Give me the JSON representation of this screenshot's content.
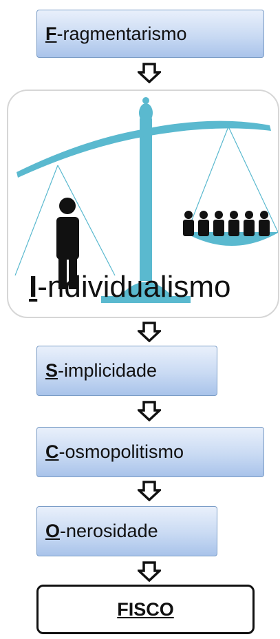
{
  "steps": [
    {
      "letter": "F",
      "rest": "-ragmentarismo"
    },
    {
      "letter": "I",
      "rest": "-ndividualismo"
    },
    {
      "letter": "S",
      "rest": "-implicidade"
    },
    {
      "letter": "C",
      "rest": "-osmopolitismo"
    },
    {
      "letter": "O",
      "rest": "-nerosidade"
    }
  ],
  "result": "FISCO",
  "colors": {
    "box_top": "#e9f0fb",
    "box_bottom": "#a9c3ea",
    "scale": "#5ab9cf",
    "figure": "#111111"
  }
}
